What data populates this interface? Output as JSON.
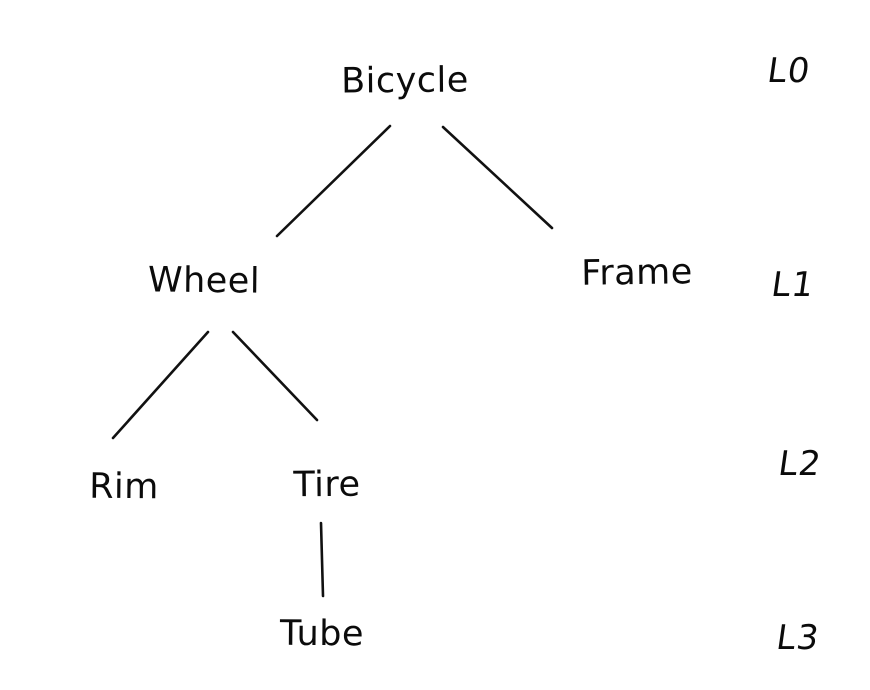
{
  "background_color": "#ffffff",
  "ink_color": "#111111",
  "diagram": {
    "type": "tree",
    "nodes": [
      {
        "id": "bicycle",
        "label": "Bicycle",
        "level": 0
      },
      {
        "id": "wheel",
        "label": "Wheel",
        "level": 1
      },
      {
        "id": "frame",
        "label": "Frame",
        "level": 1
      },
      {
        "id": "rim",
        "label": "Rim",
        "level": 2
      },
      {
        "id": "tire",
        "label": "Tire",
        "level": 2
      },
      {
        "id": "tube",
        "label": "Tube",
        "level": 3
      }
    ],
    "edges": [
      {
        "from": "bicycle",
        "to": "wheel"
      },
      {
        "from": "bicycle",
        "to": "frame"
      },
      {
        "from": "wheel",
        "to": "rim"
      },
      {
        "from": "wheel",
        "to": "tire"
      },
      {
        "from": "tire",
        "to": "tube"
      }
    ],
    "level_labels": [
      {
        "label": "L0"
      },
      {
        "label": "L1"
      },
      {
        "label": "L2"
      },
      {
        "label": "L3"
      }
    ]
  }
}
